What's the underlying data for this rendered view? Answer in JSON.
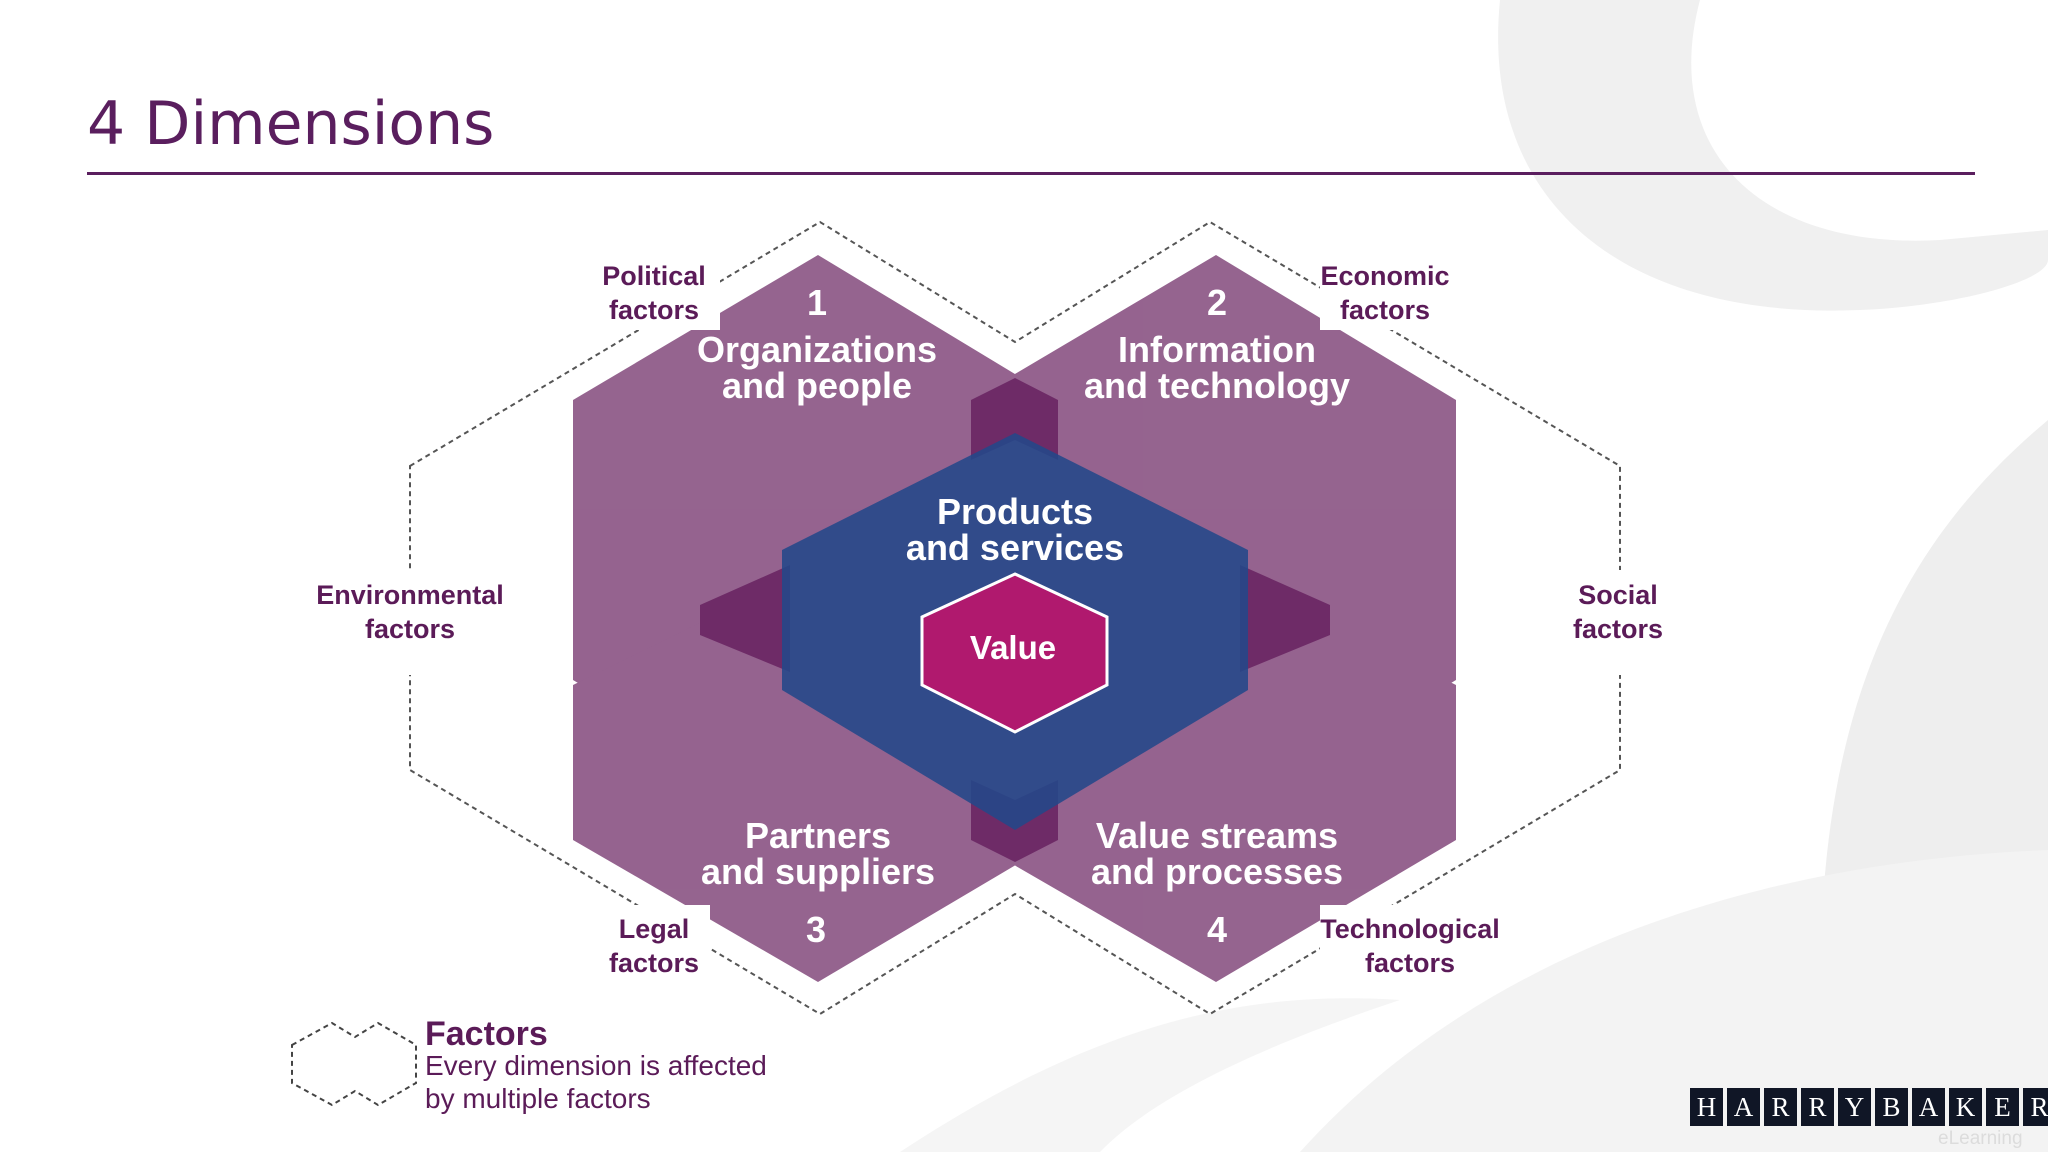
{
  "slide": {
    "title": "4 Dimensions",
    "logo_letters": [
      "H",
      "A",
      "R",
      "R",
      "Y",
      "B",
      "A",
      "K",
      "E",
      "R"
    ],
    "logo_sub": "eLearning"
  },
  "diagram": {
    "dimensions": [
      {
        "number": "1",
        "line1": "Organizations",
        "line2": "and people"
      },
      {
        "number": "2",
        "line1": "Information",
        "line2": "and technology"
      },
      {
        "number": "3",
        "line1": "Partners",
        "line2": "and suppliers"
      },
      {
        "number": "4",
        "line1": "Value streams",
        "line2": "and processes"
      }
    ],
    "center": {
      "line1": "Products",
      "line2": "and services",
      "core": "Value"
    },
    "factors": {
      "political": {
        "line1": "Political",
        "line2": "factors"
      },
      "economic": {
        "line1": "Economic",
        "line2": "factors"
      },
      "environmental": {
        "line1": "Environmental",
        "line2": "factors"
      },
      "social": {
        "line1": "Social",
        "line2": "factors"
      },
      "legal": {
        "line1": "Legal",
        "line2": "factors"
      },
      "technological": {
        "line1": "Technological",
        "line2": "factors"
      }
    },
    "legend": {
      "title": "Factors",
      "line1": "Every dimension is affected",
      "line2": "by multiple factors"
    }
  },
  "colors": {
    "title": "#5a1e5e",
    "dimension_hex": "#8f5c8a",
    "dimension_overlap": "#6e2b67",
    "products_hex": "#2a4e89",
    "value_hex": "#b0196e",
    "label": "#5b1b58",
    "bg_swirl": "#ececec"
  }
}
